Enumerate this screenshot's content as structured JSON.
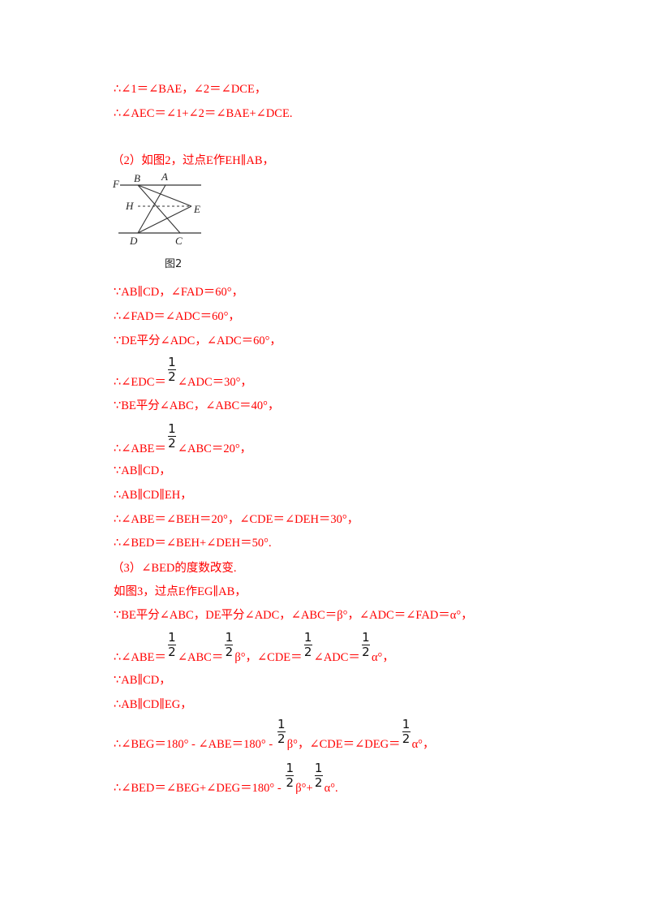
{
  "part1": {
    "lines": [
      {
        "text": "∴∠1＝∠BAE，∠2＝∠DCE，"
      },
      {
        "text": "∴∠AEC＝∠1+∠2＝∠BAE+∠DCE."
      }
    ]
  },
  "part2": {
    "heading": "（2）如图2，过点E作EH∥AB，",
    "figure": {
      "caption": "图2",
      "labels": {
        "F": "F",
        "B": "B",
        "A": "A",
        "H": "H",
        "E": "E",
        "D": "D",
        "C": "C"
      }
    },
    "lines": [
      "∵AB∥CD，∠FAD＝60°，",
      "∴∠FAD＝∠ADC＝60°，",
      "∵DE平分∠ADC，∠ADC＝60°，",
      {
        "pre": "∴∠EDC＝",
        "frac": [
          "1",
          "2"
        ],
        "post": "∠ADC＝30°，"
      },
      "∵BE平分∠ABC，∠ABC＝40°，",
      {
        "pre": "∴∠ABE＝",
        "frac": [
          "1",
          "2"
        ],
        "post": "∠ABC＝20°，"
      },
      "∵AB∥CD，",
      "∴AB∥CD∥EH，",
      "∴∠ABE＝∠BEH＝20°，∠CDE＝∠DEH＝30°，",
      "∴∠BED＝∠BEH+∠DEH＝50°."
    ]
  },
  "part3": {
    "heading": "（3）∠BED的度数改变.",
    "lines": [
      "如图3，过点E作EG∥AB，",
      "∵BE平分∠ABC，DE平分∠ADC，∠ABC＝β°，∠ADC＝∠FAD＝α°，",
      {
        "segments": [
          "∴∠ABE＝",
          "∠ABC＝",
          "β°，∠CDE＝",
          "∠ADC＝",
          "α°，"
        ]
      },
      "∵AB∥CD，",
      "∴AB∥CD∥EG，",
      {
        "segments": [
          "∴∠BEG＝180° - ∠ABE＝180° - ",
          "β°，∠CDE＝∠DEG＝",
          "α°，"
        ]
      },
      {
        "segments": [
          "∴∠BED＝∠BEG+∠DEG＝180° - ",
          "β°+",
          "α°."
        ]
      }
    ]
  },
  "fraction": {
    "num": "1",
    "den": "2"
  },
  "colors": {
    "text": "#ff0000",
    "figure": "#222222"
  }
}
